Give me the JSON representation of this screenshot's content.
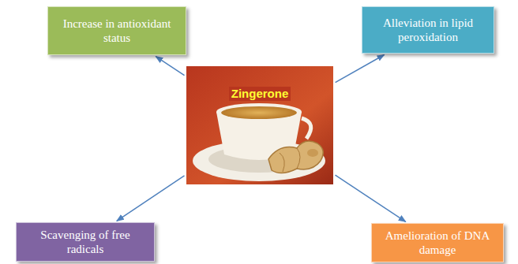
{
  "diagram": {
    "nodes": [
      {
        "text": [
          "Increase in antioxidant status"
        ]
      },
      {
        "text": [
          "Alleviation in lipid peroxidation"
        ]
      },
      {
        "text": [
          "Zingerone"
        ]
      },
      {
        "text": [
          "Scavenging of free radicals"
        ]
      },
      {
        "text": [
          "Amelioration of DNA damage"
        ]
      }
    ],
    "edges": [
      {
        "from": 2,
        "to": 0,
        "arrow": "to"
      },
      {
        "from": 2,
        "to": 1,
        "arrow": "to"
      },
      {
        "from": 2,
        "to": 3,
        "arrow": "to"
      },
      {
        "from": 2,
        "to": 4,
        "arrow": "to"
      }
    ]
  }
}
